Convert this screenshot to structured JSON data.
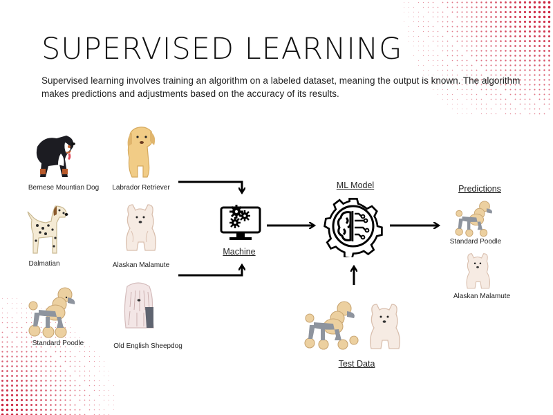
{
  "title": "SUPERVISED LEARNING",
  "description": "Supervised learning involves training an algorithm on a labeled dataset, meaning the output is known. The algorithm makes predictions and adjustments based on the accuracy of its results.",
  "training_data": {
    "dogs": [
      {
        "label": "Bernese Mountian Dog",
        "icon": "bernese-mountain-dog-icon"
      },
      {
        "label": "Labrador Retriever",
        "icon": "labrador-retriever-icon"
      },
      {
        "label": "Dalmatian",
        "icon": "dalmatian-icon"
      },
      {
        "label": "Alaskan Malamute",
        "icon": "alaskan-malamute-icon"
      },
      {
        "label": "Standard Poodle",
        "icon": "standard-poodle-icon"
      },
      {
        "label": "Old English Sheepdog",
        "icon": "old-english-sheepdog-icon"
      }
    ]
  },
  "machine": {
    "label": "Machine",
    "icon": "machine-gears-icon"
  },
  "model": {
    "label": "ML Model",
    "icon": "brain-circuit-gear-icon"
  },
  "test_data": {
    "label": "Test Data",
    "icons": [
      "standard-poodle-icon",
      "alaskan-malamute-icon"
    ]
  },
  "predictions": {
    "heading": "Predictions",
    "items": [
      {
        "label": "Standard Poodle",
        "icon": "standard-poodle-icon"
      },
      {
        "label": "Alaskan Malamute",
        "icon": "alaskan-malamute-icon"
      }
    ]
  },
  "colors": {
    "accent_dots": "#c8102e",
    "text": "#111111",
    "arrow": "#000000"
  }
}
